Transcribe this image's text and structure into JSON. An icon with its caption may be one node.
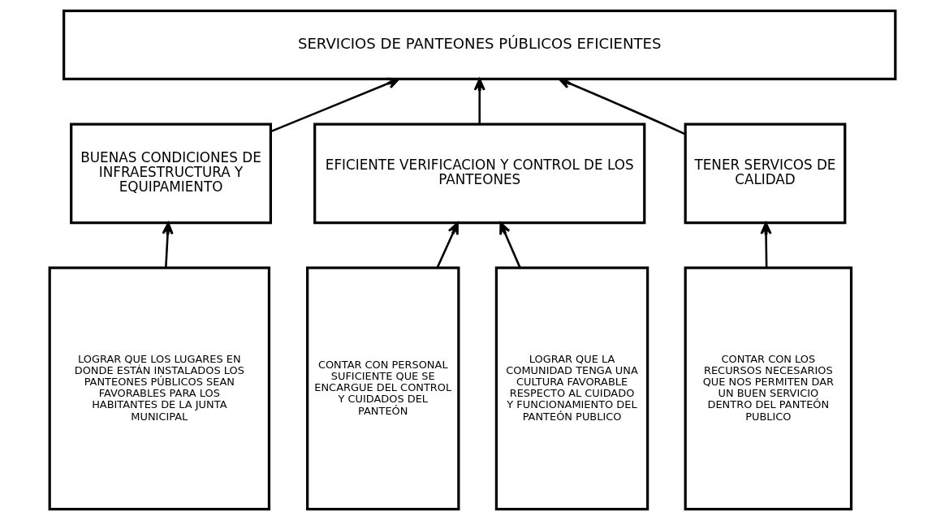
{
  "diagram": {
    "nodes": [
      {
        "text": [
          "SERVICIOS DE PANTEONES PÚBLICOS EFICIENTES"
        ]
      },
      {
        "text": [
          "BUENAS CONDICIONES DE INFRAESTRUCTURA Y EQUIPAMIENTO"
        ]
      },
      {
        "text": [
          "EFICIENTE VERIFICACION Y CONTROL DE LOS PANTEONES"
        ]
      },
      {
        "text": [
          "TENER SERVICOS DE CALIDAD"
        ]
      },
      {
        "text": [
          "LOGRAR QUE LOS LUGARES EN DONDE ESTÁN INSTALADOS LOS PANTEONES PÚBLICOS SEAN FAVORABLES PARA LOS HABITANTES DE LA JUNTA MUNICIPAL"
        ]
      },
      {
        "text": [
          "CONTAR CON PERSONAL SUFICIENTE QUE SE ENCARGUE DEL CONTROL Y CUIDADOS DEL PANTEÓN"
        ]
      },
      {
        "text": [
          "LOGRAR QUE LA COMUNIDAD TENGA UNA CULTURA FAVORABLE RESPECTO AL CUIDADO Y FUNCIONAMIENTO DEL PANTEÓN PUBLICO"
        ]
      },
      {
        "text": [
          "CONTAR CON LOS RECURSOS NECESARIOS QUE NOS PERMITEN DAR UN BUEN SERVICIO DENTRO DEL PANTEÓN PUBLICO"
        ]
      }
    ],
    "edges": [
      {
        "from": 1,
        "to": 0,
        "arrow": "to"
      },
      {
        "from": 2,
        "to": 0,
        "arrow": "to"
      },
      {
        "from": 3,
        "to": 0,
        "arrow": "to"
      },
      {
        "from": 4,
        "to": 1,
        "arrow": "to"
      },
      {
        "from": 5,
        "to": 2,
        "arrow": "to"
      },
      {
        "from": 6,
        "to": 2,
        "arrow": "to"
      },
      {
        "from": 7,
        "to": 3,
        "arrow": "to"
      }
    ]
  }
}
